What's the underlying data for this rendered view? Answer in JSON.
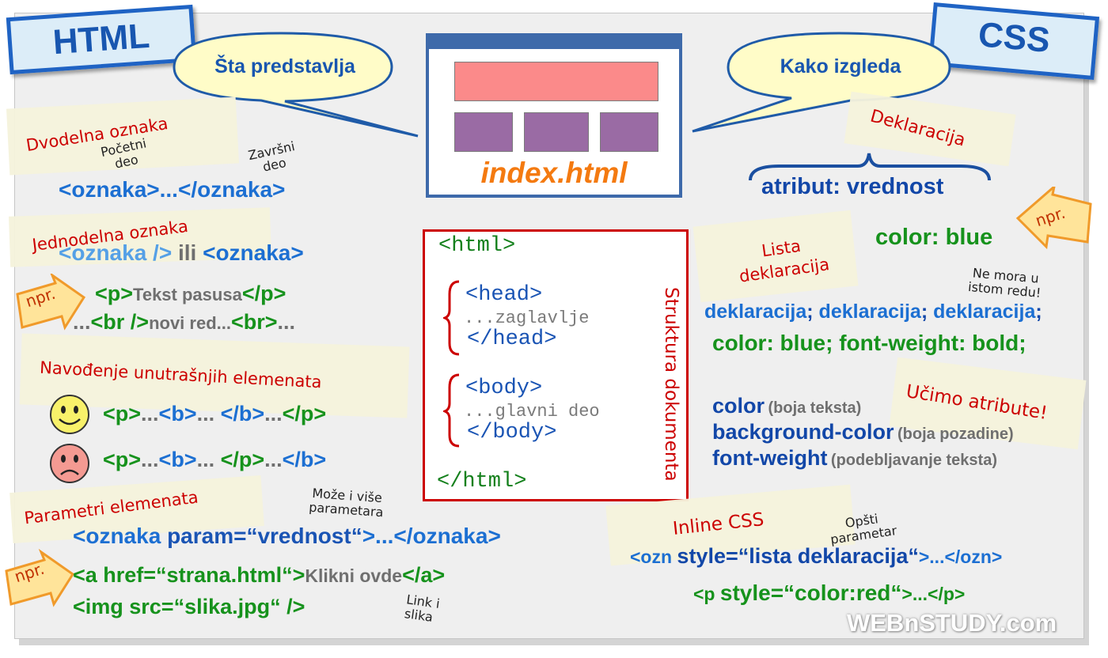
{
  "tabs": {
    "html": "HTML",
    "css": "CSS"
  },
  "bubbles": {
    "left": "Šta predstavlja",
    "right": "Kako izgleda"
  },
  "window": {
    "filename": "index.html"
  },
  "structure": {
    "title": "Struktura dokumenta",
    "html_open": "<html>",
    "head_open": "<head>",
    "head_content": "...zaglavlje",
    "head_close": "</head>",
    "body_open": "<body>",
    "body_content": "...glavni deo",
    "body_close": "</body>",
    "html_close": "</html>"
  },
  "left": {
    "dvodelna": {
      "title": "Dvodelna oznaka",
      "note_start_1": "Početni",
      "note_start_2": "deo",
      "note_end_1": "Završni",
      "note_end_2": "deo",
      "code": "<oznaka>...</oznaka>"
    },
    "jednodelna": {
      "title": "Jednodelna oznaka",
      "code_a": "<oznaka />",
      "code_ili": " ili ",
      "code_b": "<oznaka>"
    },
    "npr1": "npr.",
    "example1": {
      "open": "<p>",
      "text": "Tekst pasusa",
      "close": "</p>"
    },
    "example2": {
      "pre": "...",
      "tag": "<br />",
      "text": "novi red...",
      "tag2": "<br>",
      "post": "..."
    },
    "navodjenje": {
      "title": "Navođenje unutrašnjih elemenata",
      "good": {
        "p1": "<p>",
        "d1": "...",
        "b1": "<b>",
        "d2": "... ",
        "b2": "</b>",
        "d3": "...",
        "p2": "</p>"
      },
      "bad": {
        "p1": "<p>",
        "d1": "...",
        "b1": "<b>",
        "d2": "... ",
        "p2": "</p>",
        "d3": "...",
        "b2": "</b>"
      }
    },
    "parametri": {
      "title": "Parametri elemenata",
      "note_1": "Može i više",
      "note_2": "parametara",
      "code": {
        "a": "<oznaka ",
        "b": "param=“vrednost“",
        "c": ">...</oznaka>"
      }
    },
    "npr2": "npr.",
    "link": {
      "open": "<a href=“strana.html“>",
      "text": "Klikni ovde",
      "close": "</a>"
    },
    "img": "<img src=“slika.jpg“ />",
    "link_note_1": "Link i",
    "link_note_2": "slika"
  },
  "right": {
    "deklaracija": {
      "title": "Deklaracija",
      "code": "atribut: vrednost"
    },
    "npr": "npr.",
    "example": "color: blue",
    "lista": {
      "title_1": "Lista",
      "title_2": "deklaracija",
      "note_1": "Ne mora u",
      "note_2": "istom redu!",
      "d1": "deklaracija",
      "sep": ";",
      "d2": "deklaracija",
      "d3": "deklaracija",
      "example": "color: blue; font-weight: bold;"
    },
    "atributi": {
      "title": "Učimo atribute!",
      "items": [
        {
          "name": "color",
          "desc": "(boja teksta)"
        },
        {
          "name": "background-color",
          "desc": "(boja pozadine)"
        },
        {
          "name": "font-weight",
          "desc": "(podebljavanje teksta)"
        }
      ]
    },
    "inline": {
      "title": "Inline CSS",
      "note_1": "Opšti",
      "note_2": "parametar",
      "code": {
        "a": "<ozn ",
        "b": "style=“lista deklaracija“",
        "c": ">...</ozn>"
      },
      "example": {
        "a": "<p ",
        "b": "style=“color:red“",
        "c": ">...</p>"
      }
    }
  },
  "watermark": "WEBnSTUDY.com",
  "colors": {
    "tab_border": "#1f63c4",
    "tab_fill": "#dcedf8",
    "bubble_fill": "#fffcc8",
    "header_block": "#fb8a8a",
    "content_block": "#9a6ba4",
    "filename": "#f47a10",
    "structure_border": "#cc0000"
  }
}
